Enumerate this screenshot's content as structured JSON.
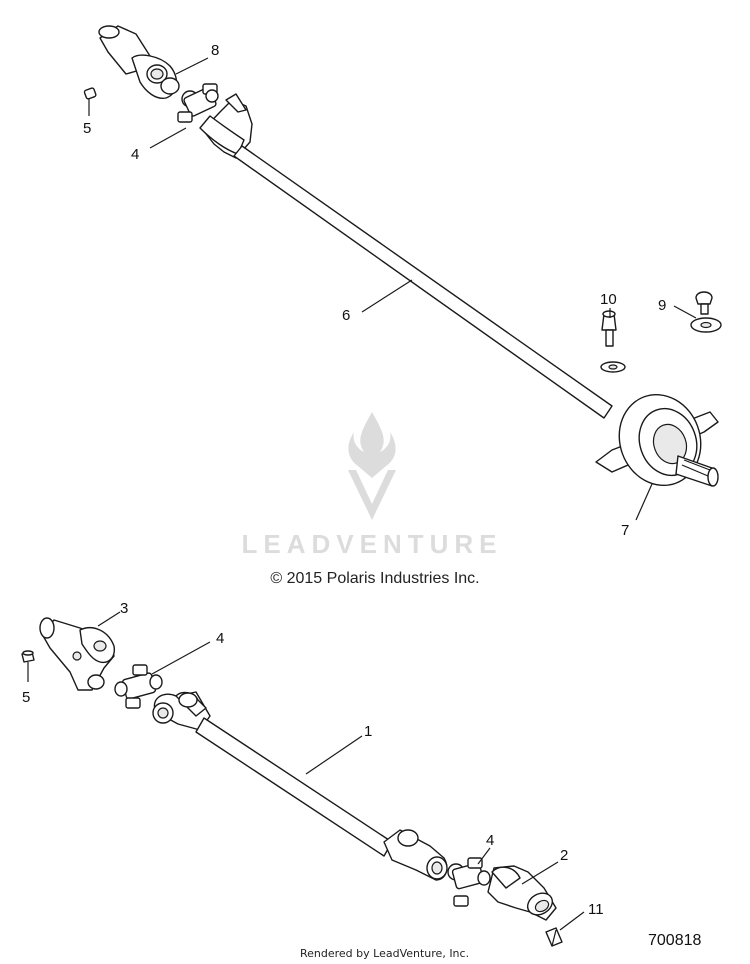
{
  "watermark": {
    "brand": "LEADVENTURE"
  },
  "copyright": "© 2015 Polaris Industries Inc.",
  "footer": "Rendered by LeadVenture, Inc.",
  "diagram_ref": "700818",
  "callouts": {
    "c8": "8",
    "c5a": "5",
    "c4a": "4",
    "c6": "6",
    "c10": "10",
    "c9": "9",
    "c7": "7",
    "c3": "3",
    "c4b": "4",
    "c5b": "5",
    "c1": "1",
    "c4c": "4",
    "c2": "2",
    "c11": "11"
  }
}
